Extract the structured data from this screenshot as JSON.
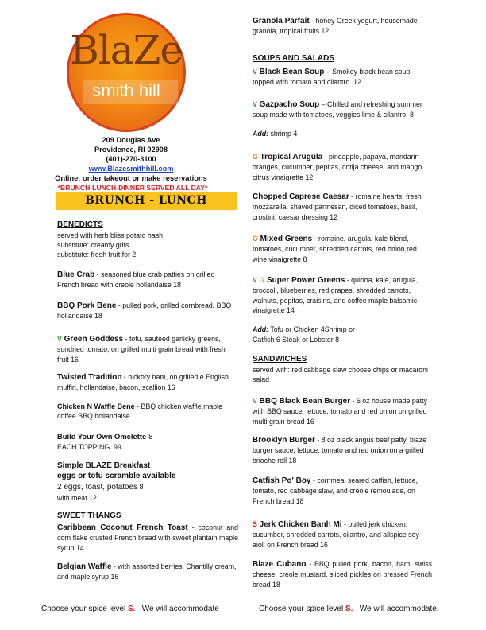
{
  "logo": {
    "title": "BlaZe",
    "subtitle": "smith hill"
  },
  "address": {
    "street": "209 Douglas Ave",
    "city": "Providence, RI 02908",
    "phone": "(401)-270-3100",
    "website": "www.Blazesmithhill.com",
    "online": "Online: order takeout or make reservations",
    "served": "*BRUNCH-LUNCH-DINNER SERVED ALL DAY*"
  },
  "banner": "BRUNCH - LUNCH",
  "left": {
    "benedicts": {
      "heading": "BENEDICTS",
      "line1": "served with herb bliss potato hash",
      "line2": "substitute: creamy grits",
      "line3": "substitute: fresh fruit for 2"
    },
    "blue_crab": {
      "name": "Blue Crab",
      "desc": " - seasoned blue crab patties on grilled French bread with creole hollandaise 18"
    },
    "bbq_pork": {
      "name": "BBQ Pork Bene",
      "desc": " - pulled pork, grilled cornbread, BBQ hollandaise 18"
    },
    "green_goddess": {
      "mark": "V",
      "name": " Green Goddess",
      "desc": " - tofu, sauteed garlicky greens, sundried tomato, on grilled multi grain bread with fresh fruit 16"
    },
    "twisted": {
      "name": "Twisted Tradition",
      "desc": " - hickory ham, on grilled e English muffin, hollandaise, bacon, scallion 16"
    },
    "chicken_waffle": {
      "name": "Chicken N Waffle Bene",
      "desc": " - BBQ chicken waffle,maple coffee BBQ hollandaise"
    },
    "omelette": {
      "name": "Build Your Own Omelette",
      "price": "  8",
      "topping": "EACH TOPPING .99"
    },
    "simple": {
      "name": "Simple BLAZE Breakfast",
      "name2": "eggs or tofu scramble available",
      "line1": "2 eggs, toast, potatoes",
      "price": " 8",
      "meat": "with meat 12"
    },
    "sweet": {
      "heading": "SWEET THANGS"
    },
    "caribbean": {
      "name": "Caribbean Coconut French Toast",
      "desc": " - coconut and corn flake crusted French bread with sweet plantain maple syrup 14"
    },
    "belgian": {
      "name": "Belgian Waffle",
      "desc": " - with assorted berries, Chantilly cream, and maple syrup 16"
    }
  },
  "right": {
    "granola": {
      "name": "Granola Parfait",
      "desc": " - honey Greek yogurt, housemade granola, tropical fruits 12"
    },
    "soups": {
      "heading": "SOUPS AND SALADS"
    },
    "black_bean": {
      "mark": "V",
      "name": " Black Bean Soup",
      "desc": " – Smokey black bean soup topped with tomato and cilantro.    12"
    },
    "gazpacho": {
      "mark": "V",
      "name": " Gazpacho Soup",
      "desc": " – Chilled and refreshing summer soup made with tomatoes, veggies lime & cilantro.  8",
      "add_label": "Add:",
      "add": " shrimp 4"
    },
    "arugula": {
      "mark": "G",
      "name": " Tropical Arugula",
      "desc": " - pineapple, papaya, mandarin oranges, cucumber, pepitas, cotija cheese, and mango citrus vinaigrette 12"
    },
    "caprese": {
      "name": "Chopped Caprese Caesar",
      "desc": " - romaine hearts, fresh mozzarella, shaved parmesan, diced tomatoes, basil, crostini, caesar dressing 12"
    },
    "mixed": {
      "mark": "G",
      "name": " Mixed Greens",
      "desc": " - romaine, arugula, kale blend, tomatoes, cucumber, shredded carrots, red onion,red wine vinaigrette 8"
    },
    "super": {
      "mark_v": "V",
      "mark_g": " G",
      "name": " Super Power Greens",
      "desc": " - quinoa, kale, arugula, broccoli, blueberries, red grapes, shredded carrots, walnuts, pepitas, craisins, and coffee maple balsamic vinaigrette 14"
    },
    "salad_add": {
      "label": "Add:",
      "line1": " Tofu or Chicken 4Shrimp or",
      "line2": "Catfish 6 Steak or Lobster 8"
    },
    "sandwiches": {
      "heading": "SANDWICHES",
      "line": "served with: red cabbage slaw choose chips or macaroni salad"
    },
    "bbq_burger": {
      "mark": "V",
      "name": " BBQ Black Bean Burger",
      "desc": " - 6 oz house made patty with BBQ sauce, lettuce, tomato and red onion on grilled multi grain bread 16"
    },
    "brooklyn": {
      "name": "Brooklyn Burger",
      "desc": " - 8 oz black angus beef patty, blaze burger sauce, lettuce, tomato and red onion on a grilled brioche roll 18"
    },
    "catfish": {
      "name": "Catfish Po' Boy",
      "desc": " - cornmeal seared catfish, lettuce, tomato, red cabbage slaw, and creole remoulade, on French bread 18"
    },
    "banh_mi": {
      "mark": "S",
      "name": " Jerk Chicken Banh Mi",
      "desc": " - pulled jerk chicken, cucumber, shredded carrots, cilantro, and allspice soy aioli on French bread 16"
    },
    "cubano": {
      "name": "Blaze Cubano",
      "desc": " - BBQ pulled pork, bacon, ham, swiss cheese, creole mustard, sliced pickles on pressed French bread 18"
    }
  },
  "footer": {
    "left_pre": "Choose your spice level ",
    "left_s": "S.",
    "left_post": "   We will accommodate",
    "right_pre": "Choose your spice level ",
    "right_s": "S.",
    "right_post": "   We will accommodate."
  },
  "colors": {
    "veg": "#2fa62a",
    "gluten_free": "#e07b1a",
    "spicy": "#d81c1c",
    "banner": "#f9c21d",
    "link": "#1c3fc4"
  }
}
